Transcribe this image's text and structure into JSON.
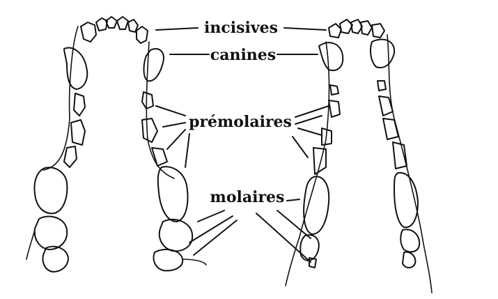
{
  "labels": {
    "incisives": "incisives",
    "canines": "canines",
    "premolaires": "prémolaires",
    "molaires": "molaires"
  },
  "colors": {
    "ink": "#111111",
    "background": "#ffffff"
  }
}
